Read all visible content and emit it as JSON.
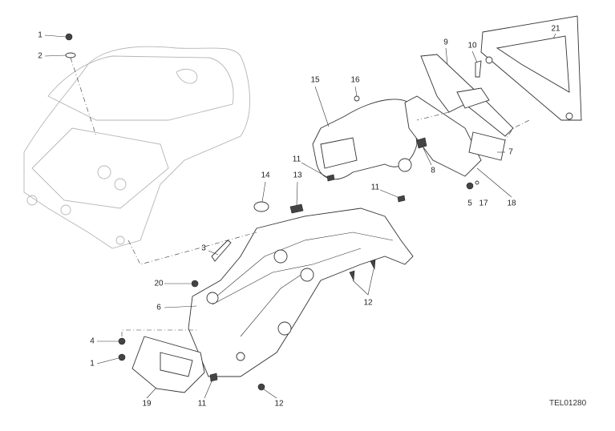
{
  "diagram": {
    "drawing_code": "TEL01280",
    "callouts": [
      "1",
      "2",
      "15",
      "16",
      "9",
      "10",
      "21",
      "11",
      "8",
      "7",
      "14",
      "13",
      "11",
      "5",
      "17",
      "18",
      "3",
      "20",
      "6",
      "12",
      "4",
      "1",
      "19",
      "11",
      "12"
    ]
  }
}
